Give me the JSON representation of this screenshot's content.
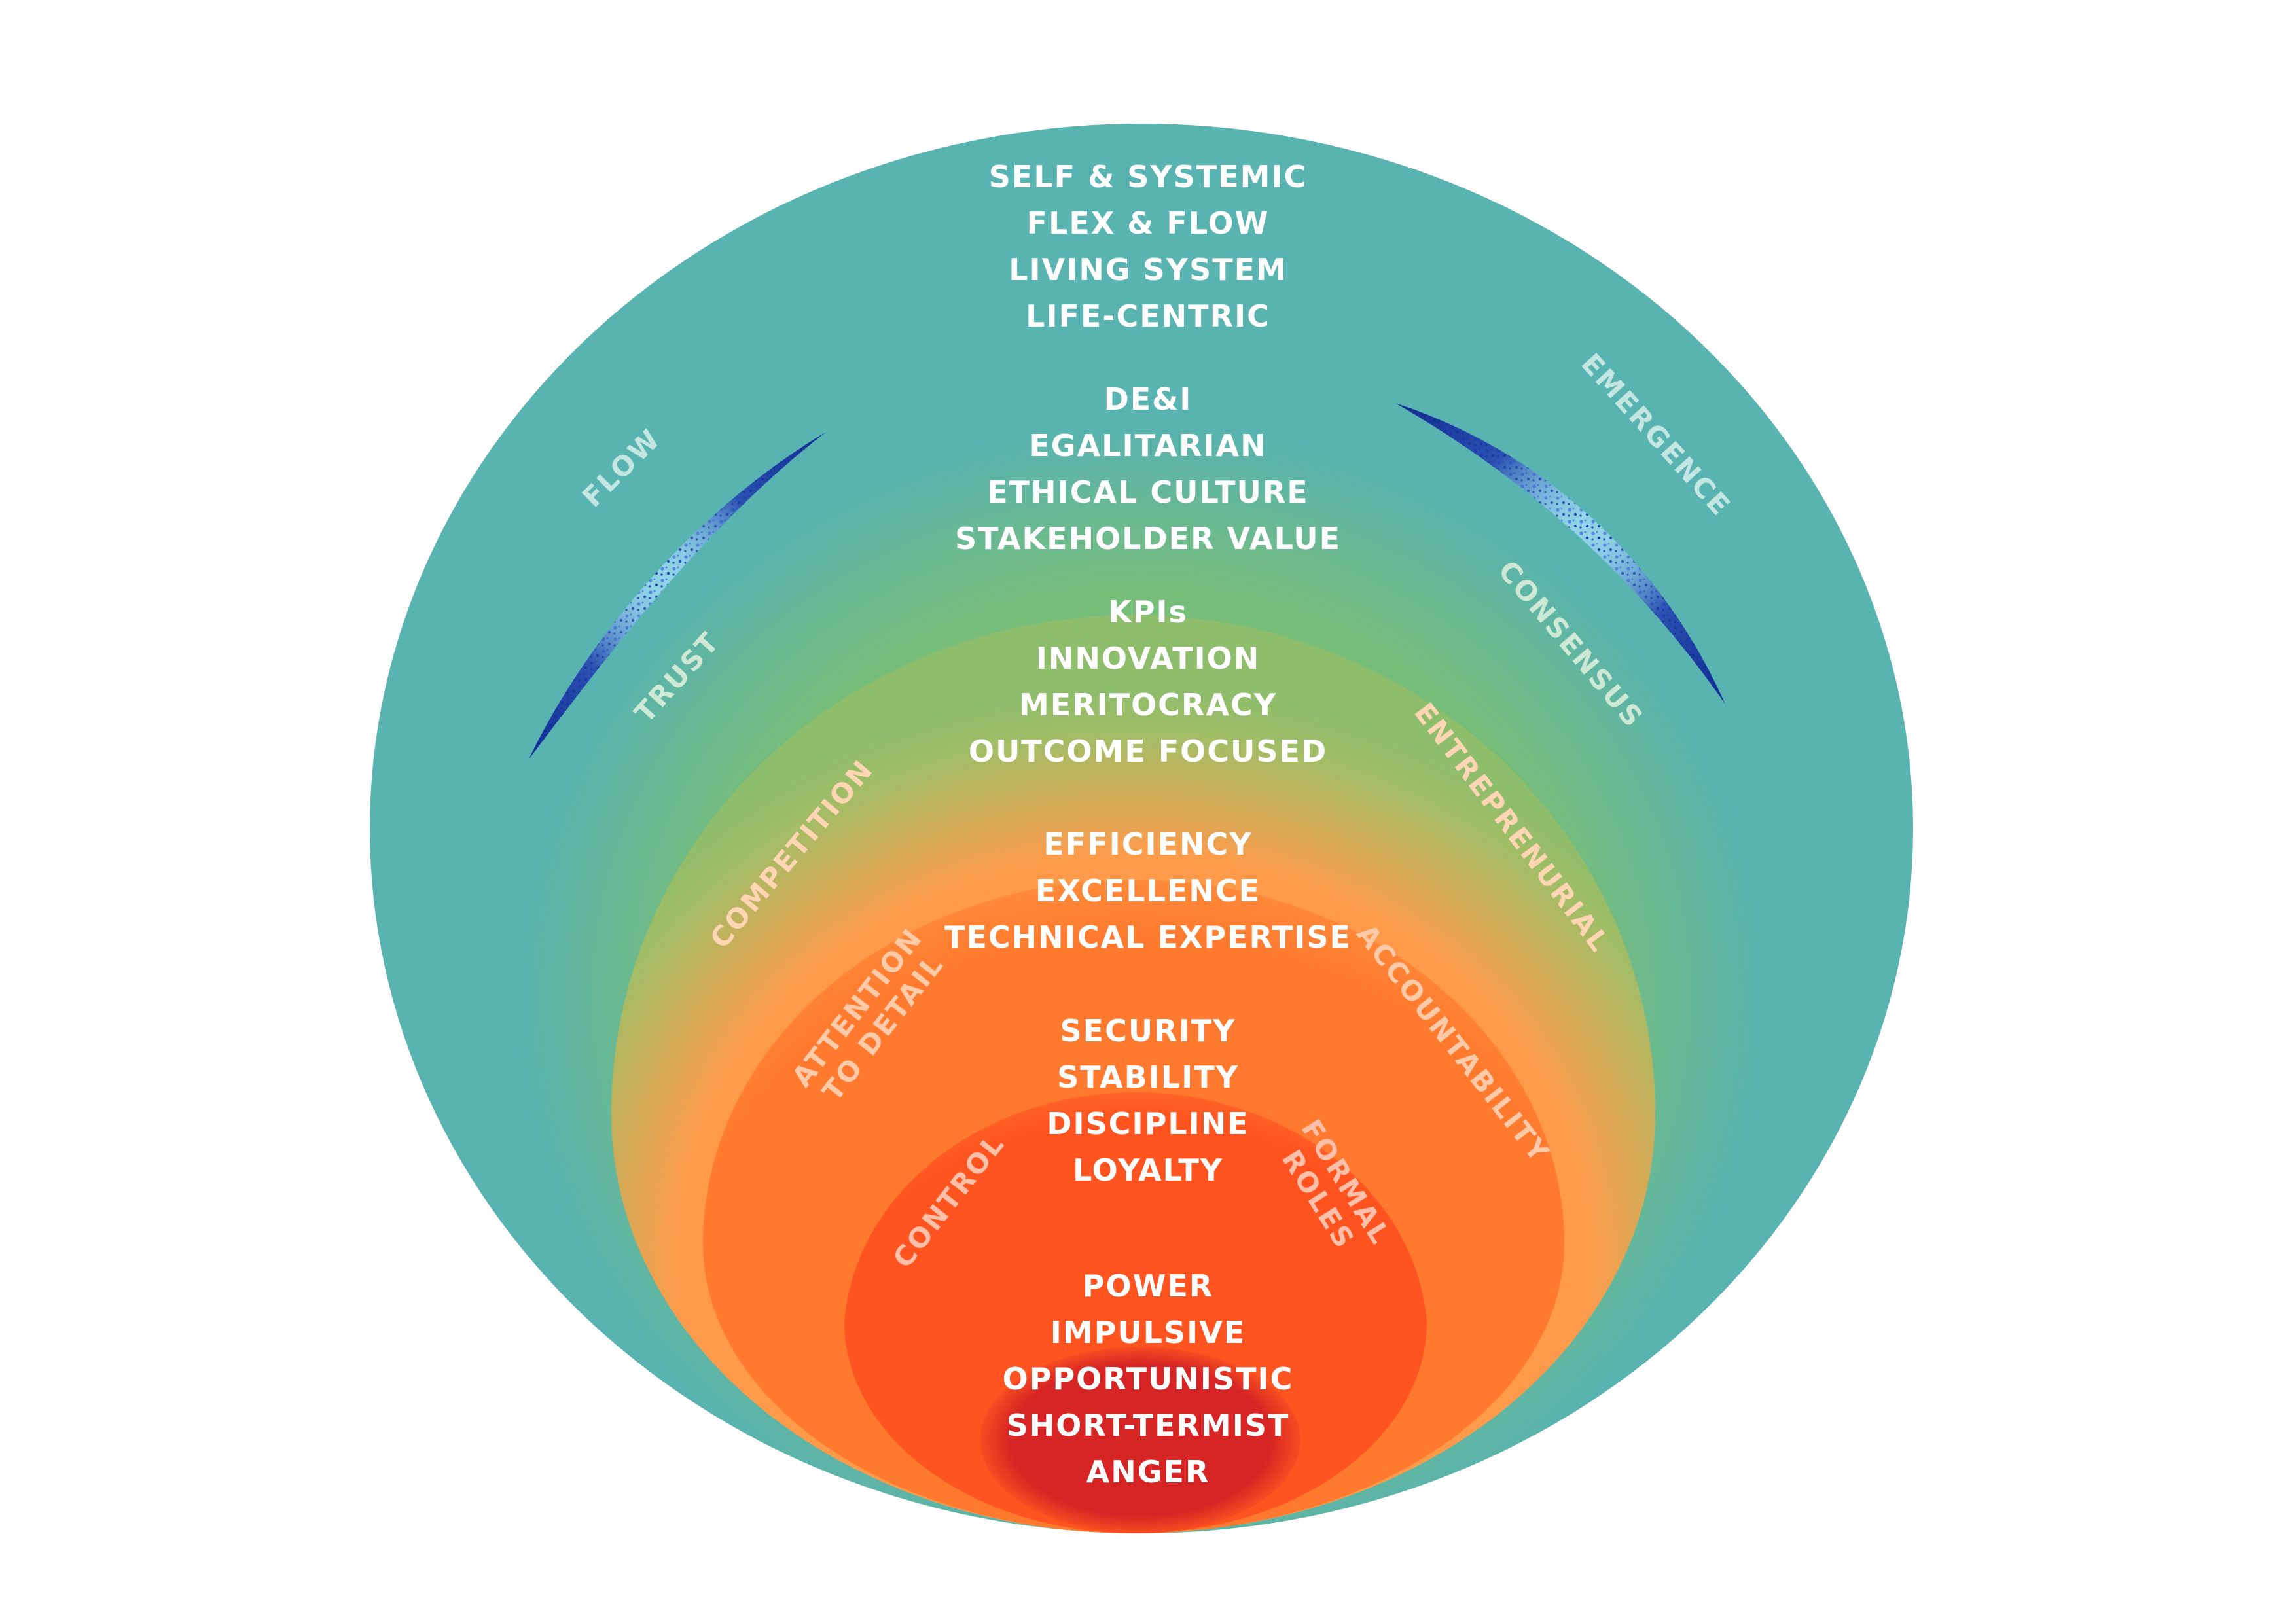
{
  "diagram": {
    "type": "nested-circles",
    "colors": {
      "teal": "#58b3b1",
      "green": "#77bd7a",
      "orange_light": "#ff9a4a",
      "orange_mid": "#ff7a2e",
      "orange_deep": "#ff5420",
      "red_core": "#d52424",
      "swoosh_dark": "#0f2a8f",
      "swoosh_light": "#8fd4e6"
    },
    "levels": [
      {
        "id": "teal",
        "items": [
          "SELF & SYSTEMIC",
          "FLEX & FLOW",
          "LIVING SYSTEM",
          "LIFE-CENTRIC"
        ],
        "side_left": "FLOW",
        "side_right": "EMERGENCE"
      },
      {
        "id": "green",
        "items": [
          "DE&I",
          "EGALITARIAN",
          "ETHICAL CULTURE",
          "STAKEHOLDER VALUE"
        ],
        "side_left": "TRUST",
        "side_right": "CONSENSUS"
      },
      {
        "id": "orange-light",
        "items": [
          "KPIs",
          "INNOVATION",
          "MERITOCRACY",
          "OUTCOME FOCUSED"
        ],
        "side_left": "COMPETITION",
        "side_right": "ENTREPRENURIAL"
      },
      {
        "id": "orange-mid",
        "items": [
          "EFFICIENCY",
          "EXCELLENCE",
          "TECHNICAL EXPERTISE"
        ],
        "side_left": "ATTENTION\nTO DETAIL",
        "side_right": "ACCOUNTABILITY"
      },
      {
        "id": "orange-deep",
        "items": [
          "SECURITY",
          "STABILITY",
          "DISCIPLINE",
          "LOYALTY"
        ],
        "side_left": "CONTROL",
        "side_right": "FORMAL\nROLES"
      },
      {
        "id": "red-core",
        "items": [
          "POWER",
          "IMPULSIVE",
          "OPPORTUNISTIC",
          "SHORT-TERMIST",
          "ANGER"
        ]
      }
    ],
    "decorations": [
      "left-swoosh",
      "right-swoosh"
    ]
  }
}
